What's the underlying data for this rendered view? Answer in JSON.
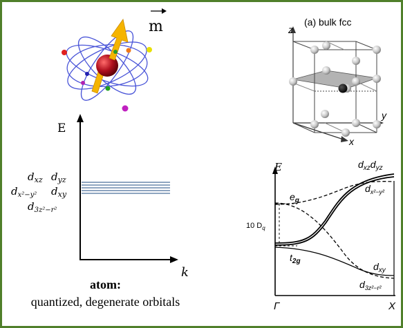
{
  "colors": {
    "border": "#4f7f2a",
    "levels": "#4a6f9a",
    "nucleus": "#b0101e",
    "arrow": "#f5b400",
    "orbit": "#4a55d8"
  },
  "magnetic_moment": {
    "label": "m"
  },
  "atom_levels": {
    "e_label": "E",
    "k_label": "k",
    "level_labels": {
      "row1_a": "d",
      "row1_a_sub": "xz",
      "row1_b": "d",
      "row1_b_sub": "yz",
      "row2_a": "d",
      "row2_a_sub": "x²−y²",
      "row2_b": "d",
      "row2_b_sub": "xy",
      "row3_a": "d",
      "row3_a_sub": "3z²−r²"
    }
  },
  "caption": {
    "title": "atom:",
    "subtitle": "quantized, degenerate orbitals"
  },
  "lattice": {
    "label": "(a)  bulk fcc",
    "axis_z": "z",
    "axis_y": "y",
    "axis_x": "x"
  },
  "bands": {
    "e_label": "E",
    "eg": "e",
    "eg_sub": "g",
    "t2g": "t",
    "t2g_sub": "2g",
    "dq": "10 D",
    "dq_sub": "q",
    "gamma": "Γ",
    "x_point": "X",
    "dxz": "d",
    "dxz_sub": "xz",
    "dyz": "d",
    "dyz_sub": "yz",
    "dx2y2": "d",
    "dx2y2_sub": "x²−y²",
    "dxy": "d",
    "dxy_sub": "xy",
    "d3z2": "d",
    "d3z2_sub": "3z²−r²"
  }
}
